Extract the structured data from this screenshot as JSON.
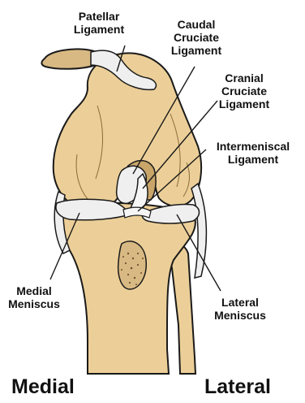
{
  "labels": {
    "patellar": [
      "Patellar",
      "Ligament"
    ],
    "caudal": [
      "Caudal",
      "Cruciate",
      "Ligament"
    ],
    "cranial": [
      "Cranial",
      "Cruciate",
      "Ligament"
    ],
    "intermeniscal": [
      "Intermeniscal",
      "Ligament"
    ],
    "medial_meniscus": [
      "Medial",
      "Meniscus"
    ],
    "lateral_meniscus": [
      "Lateral",
      "Meniscus"
    ]
  },
  "sides": {
    "medial": "Medial",
    "lateral": "Lateral"
  },
  "colors": {
    "bone": "#ECCF98",
    "bone_dark": "#C9A56A",
    "ligament": "#EFEFEF",
    "outline": "#1A1A1A"
  }
}
